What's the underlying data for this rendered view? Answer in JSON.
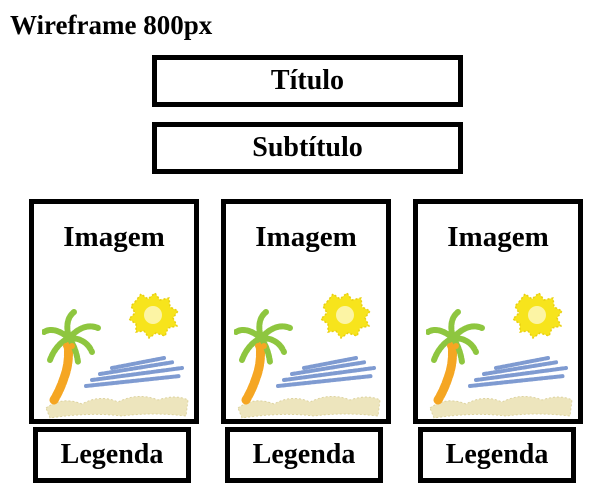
{
  "page_title": "Wireframe 800px",
  "header": {
    "title": "Título",
    "subtitle": "Subtítulo"
  },
  "cards": [
    {
      "image_label": "Imagem",
      "image_icon": "beach-palm-sun-icon",
      "caption": "Legenda"
    },
    {
      "image_label": "Imagem",
      "image_icon": "beach-palm-sun-icon",
      "caption": "Legenda"
    },
    {
      "image_label": "Imagem",
      "image_icon": "beach-palm-sun-icon",
      "caption": "Legenda"
    }
  ],
  "colors": {
    "border": "#000000",
    "sun": "#f7e41c",
    "palm_leaves": "#8ec63f",
    "palm_trunk": "#f5a623",
    "sea": "#7f9bd1",
    "sand": "#ede5bd"
  }
}
